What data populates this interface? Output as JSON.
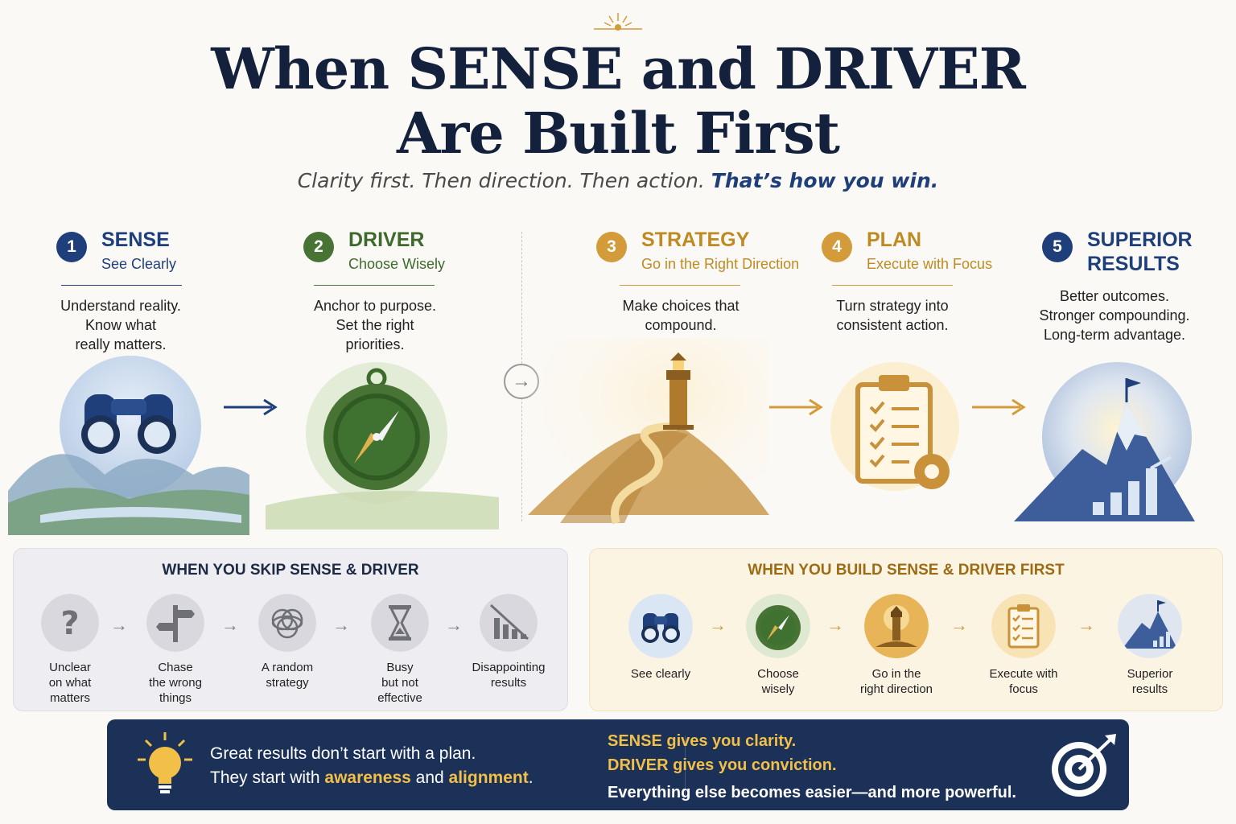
{
  "header": {
    "title_line1": "When SENSE and DRIVER",
    "title_line2": "Are Built First",
    "subtitle_plain": "Clarity first. Then direction. Then action.",
    "subtitle_emphasis": "That’s how you win."
  },
  "steps": [
    {
      "number": "1",
      "title": "SENSE",
      "subtitle": "See Clearly",
      "desc": [
        "Understand reality.",
        "Know what",
        "really matters."
      ],
      "icon": "binoculars-icon"
    },
    {
      "number": "2",
      "title": "DRIVER",
      "subtitle": "Choose Wisely",
      "desc": [
        "Anchor to purpose.",
        "Set the right",
        "priorities."
      ],
      "icon": "compass-icon"
    },
    {
      "number": "3",
      "title": "STRATEGY",
      "subtitle": "Go in the Right Direction",
      "desc": [
        "Make choices that",
        "compound."
      ],
      "icon": "lighthouse-icon"
    },
    {
      "number": "4",
      "title": "PLAN",
      "subtitle": "Execute with Focus",
      "desc": [
        "Turn strategy into",
        "consistent action."
      ],
      "icon": "clipboard-checklist-icon"
    },
    {
      "number": "5",
      "title_line1": "SUPERIOR",
      "title_line2": "RESULTS",
      "desc": [
        "Better outcomes.",
        "Stronger compounding.",
        "Long-term advantage."
      ],
      "icon": "mountain-flag-icon"
    }
  ],
  "skip_panel": {
    "title": "WHEN YOU SKIP SENSE & DRIVER",
    "items": [
      {
        "label": [
          "Unclear",
          "on what",
          "matters"
        ],
        "icon": "question-mark-icon"
      },
      {
        "label": [
          "Chase",
          "the wrong",
          "things"
        ],
        "icon": "signpost-icon"
      },
      {
        "label": [
          "A random",
          "strategy"
        ],
        "icon": "tangled-lines-icon"
      },
      {
        "label": [
          "Busy",
          "but not",
          "effective"
        ],
        "icon": "hourglass-icon"
      },
      {
        "label": [
          "Disappointing",
          "results"
        ],
        "icon": "declining-chart-icon"
      }
    ]
  },
  "build_panel": {
    "title": "WHEN YOU BUILD SENSE & DRIVER FIRST",
    "items": [
      {
        "label": [
          "See clearly"
        ],
        "icon": "binoculars-icon"
      },
      {
        "label": [
          "Choose",
          "wisely"
        ],
        "icon": "compass-icon"
      },
      {
        "label": [
          "Go in the",
          "right direction"
        ],
        "icon": "lighthouse-icon"
      },
      {
        "label": [
          "Execute with",
          "focus"
        ],
        "icon": "clipboard-checklist-icon"
      },
      {
        "label": [
          "Superior",
          "results"
        ],
        "icon": "mountain-flag-icon"
      }
    ]
  },
  "footer": {
    "left_line1": "Great results don’t start with a plan.",
    "left_line2_a": "They start with",
    "left_line2_hl1": "awareness",
    "left_line2_b": "and",
    "left_line2_hl2": "alignment",
    "left_line2_c": ".",
    "right_line1": "SENSE gives you clarity.",
    "right_line2": "DRIVER gives you conviction.",
    "right_line3": "Everything else becomes easier—and more powerful.",
    "left_icon": "lightbulb-icon",
    "right_icon": "target-arrow-icon"
  },
  "colors": {
    "navy": "#14213d",
    "blue": "#1f3f7a",
    "green": "#477434",
    "gold": "#d39b3a",
    "footer_bg": "#1b3158"
  }
}
